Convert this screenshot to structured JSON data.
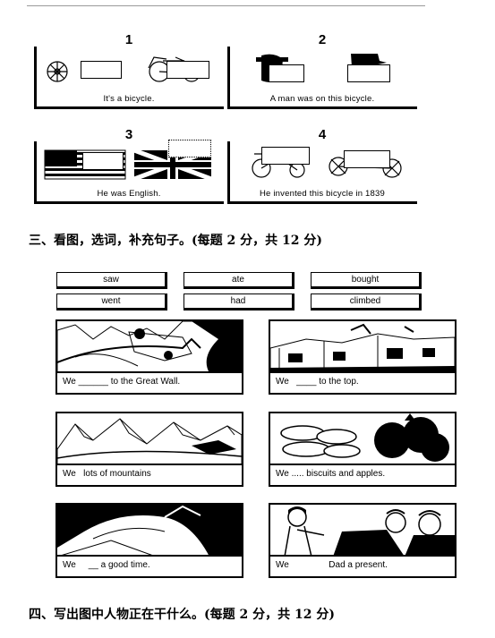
{
  "section1": {
    "panels": [
      {
        "number": "1",
        "caption": "It's a bicycle."
      },
      {
        "number": "2",
        "caption": "A man was on this bicycle."
      },
      {
        "number": "3",
        "caption": "He was English."
      },
      {
        "number": "4",
        "caption": "He invented this bicycle in 1839"
      }
    ]
  },
  "section3": {
    "heading": "三、看图，选词，补充句子。(每题 2 分，共 12 分)",
    "words": [
      "saw",
      "ate",
      "bought",
      "went",
      "had",
      "climbed"
    ],
    "sentences": [
      {
        "pre": "We",
        "blank": " ______ ",
        "post": "to the Great Wall."
      },
      {
        "pre": "We",
        "blank": "   ____ ",
        "post": "to the top."
      },
      {
        "pre": "We",
        "blank": "   ",
        "post": "lots of mountains"
      },
      {
        "pre": "We",
        "blank": " ..... ",
        "post": "biscuits and apples."
      },
      {
        "pre": "We",
        "blank": "     __ ",
        "post": "a good time."
      },
      {
        "pre": "We",
        "blank": "                ",
        "post": "Dad a present."
      }
    ]
  },
  "section4": {
    "heading": "四、写出图中人物正在干什么。(每题 2 分，共 12 分)"
  }
}
